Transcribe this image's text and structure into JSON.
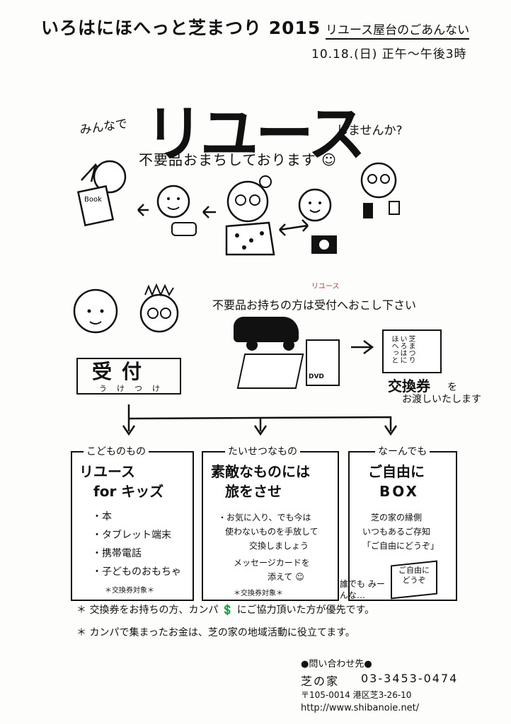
{
  "header": {
    "title": "いろはにほへっと芝まつり 2015",
    "subtitle": "リユース屋台のごあんない",
    "datetime": "10.18.(日) 正午～午後3時"
  },
  "hero": {
    "minnade": "みんなで",
    "big": "リユース",
    "shimasenka": "しませんか?",
    "fuyou": "不要品おまちしております ☺",
    "book_label": "Book"
  },
  "flow": {
    "bring_instruction": "不要品お持ちの方は受付へおこし下さい",
    "reuse_small": "リユース",
    "reception": "受付",
    "reception_ruby": "うけつけ",
    "dvd_label": "DVD",
    "ticket_card_text": "芝まつり いろはにほへっと",
    "ticket_label": "交換券",
    "ticket_o": "を",
    "ticket_handout": "お渡しいたします"
  },
  "columns": [
    {
      "head": "こどものもの",
      "title_lines": [
        "リユース",
        "for キッズ"
      ],
      "items": [
        "・本",
        "・タブレット端末",
        "・携帯電話",
        "・子どものおもちゃ"
      ],
      "note": "＊交換券対象＊"
    },
    {
      "head": "たいせつなもの",
      "title_lines": [
        "素敵なものには",
        "旅をさせ"
      ],
      "items": [
        "・お気に入り、でも今は",
        "使わないものを手放して",
        "交換しましょう",
        "メッセージカードを",
        "添えて ☺"
      ],
      "note": "＊交換券対象＊"
    },
    {
      "head": "なーんでも",
      "title_lines": [
        "ご自由に",
        "BOX"
      ],
      "items": [
        "芝の家の縁側",
        "いつもあるご存知",
        "「ご自由にどうぞ」"
      ],
      "box_text": "ご自由に どうぞ",
      "side_note": "誰でも みーんな…"
    }
  ],
  "footnotes": [
    "＊ 交換券をお持ちの方、カンパ 💲 にご協力頂いた方が優先です。",
    "＊ カンパで集まったお金は、芝の家の地域活動に役立てます。"
  ],
  "contact": {
    "label": "●問い合わせ先●",
    "org": "芝の家",
    "phone": "03-3453-0474",
    "address": "〒105-0014 港区芝3-26-10",
    "url": "http://www.shibanoie.net/"
  }
}
